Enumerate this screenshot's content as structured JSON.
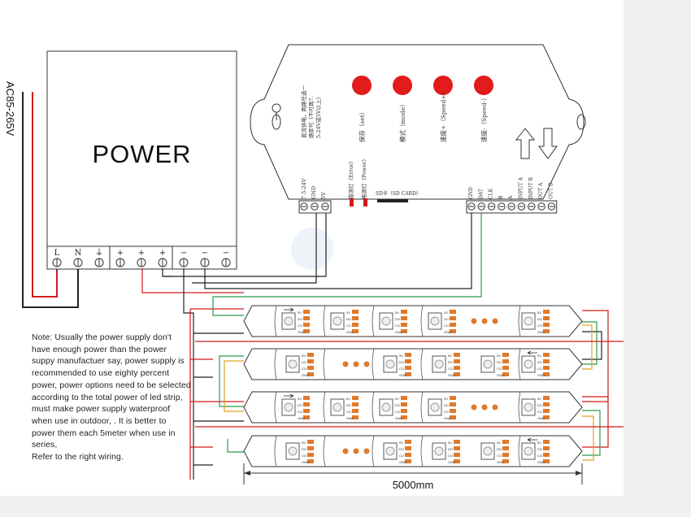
{
  "page": {
    "ac_input_label": "AC85-265V",
    "power_title": "POWER",
    "power_terminals": [
      "L",
      "N",
      "⏚",
      "+",
      "+",
      "+",
      "−",
      "−",
      "−"
    ],
    "controller": {
      "buttons": [
        {
          "label": "保存（set）"
        },
        {
          "label": "模式（mode）"
        },
        {
          "label": "速度+（Speed+）"
        },
        {
          "label": "速度-（Speed-）"
        }
      ],
      "supply_note": "直流供电，两路任选一路即可（不可再7.5-24V或5V以上）",
      "left_terminals": [
        "7.5-24V",
        "GND",
        "5V"
      ],
      "indicators": [
        "错误灯（Error）",
        "电源灯（Power）"
      ],
      "sd_label": "SD卡（SD CARD）",
      "right_terminals": [
        "GND",
        "DAT",
        "CLK",
        "B",
        "A",
        "INPUT A",
        "INPUT B",
        "OUT A",
        "OUT B"
      ],
      "button_color": "#e21b1b"
    },
    "note_text": "Note: Usually the power supply don't have enough power than the power suppy manufactuer say, power supply is recommended to use eighty percent power, power options need to be selected according to the total power of led strip, must make power supply waterproof when use in outdoor,  .  It is better to power them each 5meter when use in series,\nRefer to the right wiring.",
    "dimension_label": "5000mm",
    "pin_labels": [
      "5V",
      "DO",
      "CO",
      "GND"
    ],
    "strip_color": "#e07a2b"
  }
}
